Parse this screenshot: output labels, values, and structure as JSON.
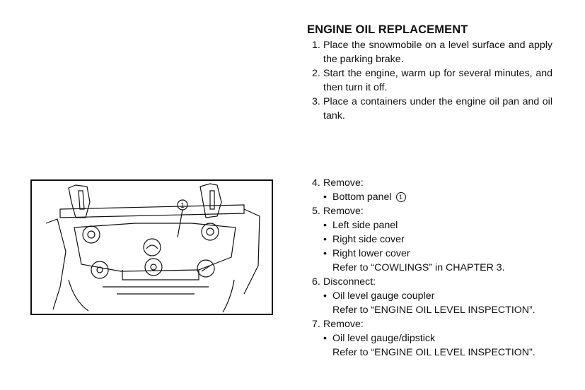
{
  "title": "ENGINE OIL REPLACEMENT",
  "steps_top": [
    {
      "num": "1.",
      "text": "Place the snowmobile on a level surface and apply the parking brake."
    },
    {
      "num": "2.",
      "text": "Start the engine, warm up for several minutes, and then turn it off."
    },
    {
      "num": "3.",
      "text": "Place a containers under the engine oil pan and oil tank."
    }
  ],
  "step4": {
    "num": "4.",
    "text": "Remove:",
    "item": "Bottom panel",
    "callout": "1"
  },
  "step5": {
    "num": "5.",
    "text": "Remove:",
    "items": [
      "Left side panel",
      "Right side cover",
      "Right lower cover"
    ],
    "refer": "Refer to “COWLINGS” in CHAPTER 3."
  },
  "step6": {
    "num": "6.",
    "text": "Disconnect:",
    "item": "Oil level gauge coupler",
    "refer": "Refer to “ENGINE OIL LEVEL INSPECTION”."
  },
  "step7": {
    "num": "7.",
    "text": "Remove:",
    "item": "Oil level gauge/dipstick",
    "refer": "Refer to “ENGINE OIL LEVEL INSPECTION”."
  },
  "bullet": "•",
  "figure": {
    "callout_label": "1"
  }
}
